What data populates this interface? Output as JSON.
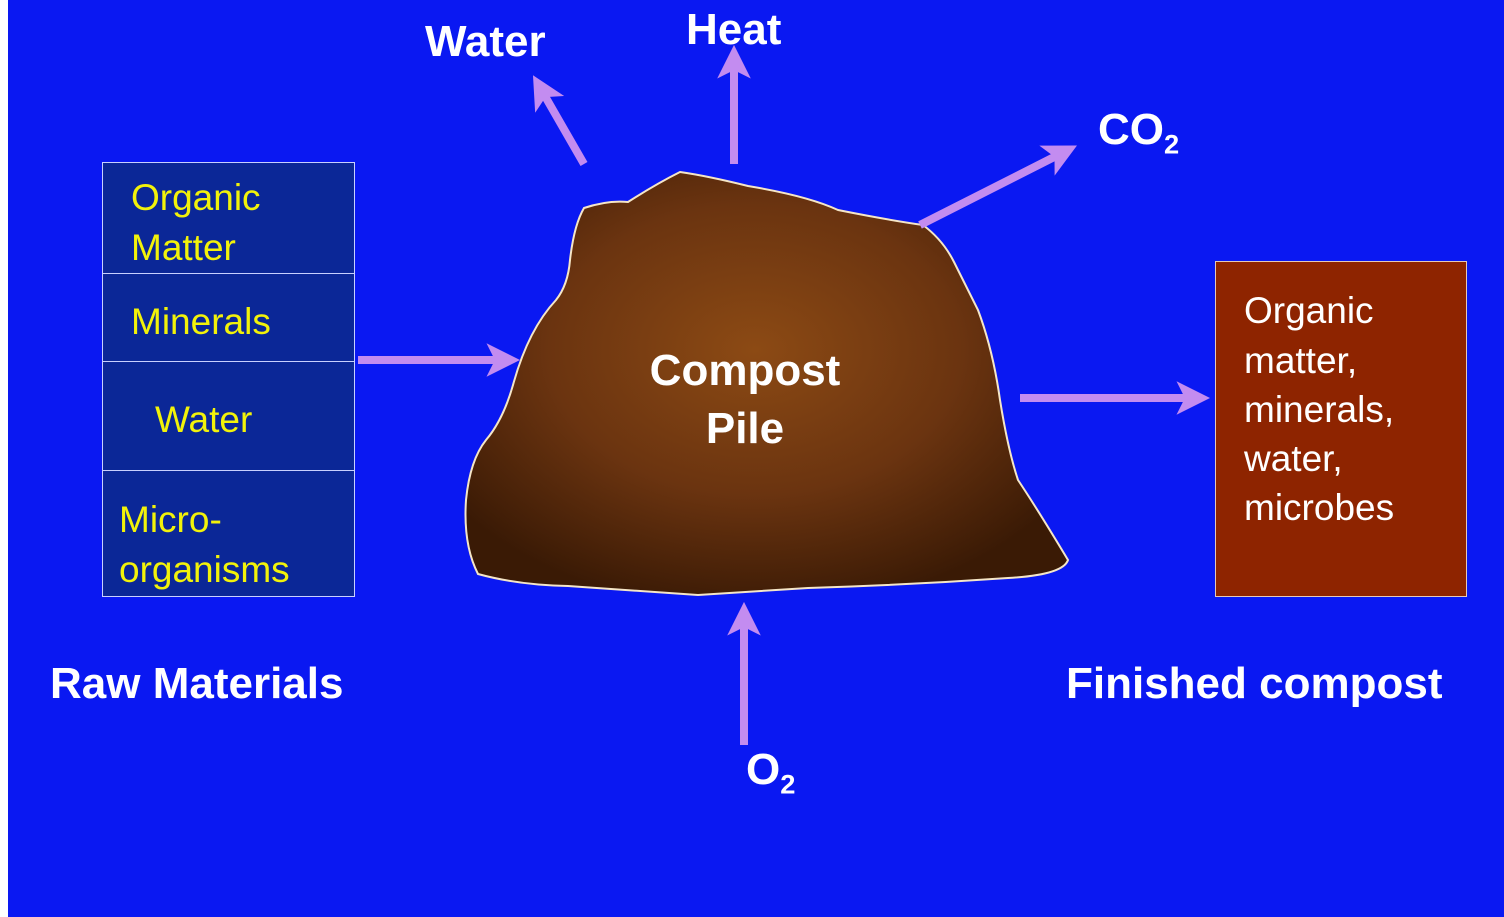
{
  "raw_materials": {
    "title": "Raw Materials",
    "items": [
      {
        "lines": [
          "Organic",
          "Matter"
        ]
      },
      {
        "lines": [
          "Minerals"
        ]
      },
      {
        "lines": [
          "Water"
        ]
      },
      {
        "lines": [
          "Micro-",
          "organisms"
        ]
      }
    ]
  },
  "pile": {
    "line1": "Compost",
    "line2": "Pile"
  },
  "outputs": {
    "water": "Water",
    "heat": "Heat",
    "co2_main": "CO",
    "co2_sub": "2"
  },
  "input": {
    "o2_main": "O",
    "o2_sub": "2"
  },
  "finished": {
    "title": "Finished compost",
    "lines": [
      "Organic",
      "matter,",
      "minerals,",
      "water,",
      "microbes"
    ]
  },
  "colors": {
    "background": "#0a18f2",
    "arrow": "#c38cf0",
    "raw_box": "#0b2797",
    "raw_text": "#f2f20a",
    "finished_box": "#8e2400",
    "pile_center": "#8c4a14",
    "pile_edge": "#3a1a05"
  }
}
